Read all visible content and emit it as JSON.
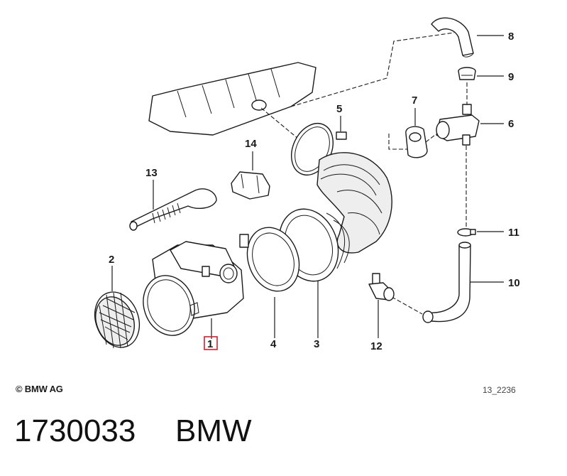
{
  "callouts": [
    "1",
    "2",
    "3",
    "4",
    "5",
    "6",
    "7",
    "8",
    "9",
    "10",
    "11",
    "12",
    "13",
    "14"
  ],
  "highlighted_callout": "1",
  "colors": {
    "ink": "#1a1a1a",
    "highlight": "#d21f2b",
    "background": "#ffffff"
  },
  "footer": {
    "copyright": "© BMW AG",
    "drawing_number": "13_2236"
  },
  "caption": {
    "part_number": "1730033",
    "brand": "BMW"
  }
}
